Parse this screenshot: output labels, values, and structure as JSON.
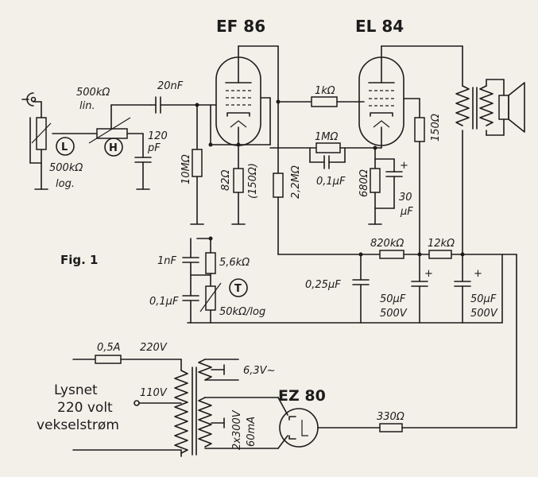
{
  "tubes": {
    "ef86": "EF 86",
    "el84": "EL 84",
    "ez80": "EZ 80"
  },
  "figure_caption": "Fig. 1",
  "labels": {
    "pot_vol_value": "500kΩ",
    "pot_vol_taper": "log.",
    "pot_tone_value": "500kΩ",
    "pot_tone_taper": "lin.",
    "c_coupling": "20nF",
    "c_120_value": "120",
    "c_120_unit": "pF",
    "r_10m": "10MΩ",
    "r_82": "82Ω",
    "r_150_alt": "(150Ω)",
    "r_22m": "2,2MΩ",
    "r_1k": "1kΩ",
    "r_1m": "1MΩ",
    "c_01": "0,1μF",
    "r_680": "680Ω",
    "c_30_value": "30",
    "c_30_unit": "μF",
    "r_150": "150Ω",
    "c_1nf": "1nF",
    "r_56k": "5,6kΩ",
    "c_01b": "0,1μF",
    "pot_t_value": "50kΩ/log",
    "r_820k": "820kΩ",
    "r_12k": "12kΩ",
    "c_025": "0,25μF",
    "c_50a_value": "50μF",
    "c_50a_volt": "500V",
    "c_50b_value": "50μF",
    "c_50b_volt": "500V",
    "fuse": "0,5A",
    "tap_220": "220V",
    "tap_110": "110V",
    "heater": "6,3V~",
    "hv_winding_1": "2x300V",
    "hv_winding_2": "60mA",
    "r_330": "330Ω",
    "plus_a": "+",
    "plus_b": "+",
    "plus_c": "+"
  },
  "badges": {
    "L": "L",
    "H": "H",
    "T": "T"
  },
  "mains_text": {
    "line1": "Lysnet",
    "line2": "220  volt",
    "line3": "vekselstrøm"
  }
}
